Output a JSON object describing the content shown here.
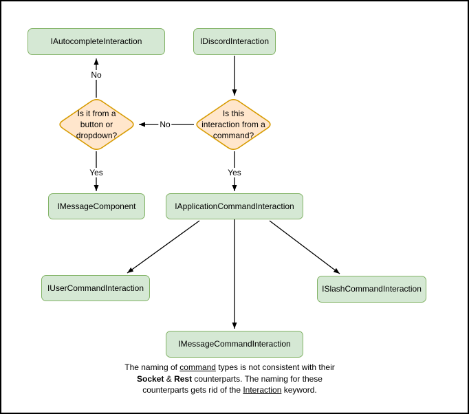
{
  "colors": {
    "frame": "#000000",
    "node_fill": "#d5e8d4",
    "node_border": "#82b366",
    "decision_fill": "#ffe6cc",
    "decision_border": "#d79b00",
    "arrow": "#000000"
  },
  "nodes": {
    "autocomplete": "IAutocompleteInteraction",
    "discord": "IDiscordInteraction",
    "message_component": "IMessageComponent",
    "application_command": "IApplicationCommandInteraction",
    "user_command": "IUserCommandInteraction",
    "slash_command": "ISlashCommandInteraction",
    "message_command": "IMessageCommandInteraction"
  },
  "decisions": {
    "button_dropdown": {
      "text": "Is it from a button or dropdown?",
      "lines": [
        "Is it from a",
        "button or",
        "dropdown?"
      ]
    },
    "from_command": {
      "text": "Is this interaction from a command?",
      "lines": [
        "Is this",
        "interaction from a",
        "command?"
      ]
    }
  },
  "edge_labels": {
    "autocomplete_no": "No",
    "between_diamonds_no": "No",
    "message_component_yes": "Yes",
    "application_command_yes": "Yes"
  },
  "caption": {
    "line1_pre": "The naming of ",
    "line1_underline": "command",
    "line1_post": " types is not consistent with their",
    "line2_bold1": "Socket",
    "line2_amp": " & ",
    "line2_bold2": "Rest",
    "line2_post": " counterparts. The naming for these",
    "line3_pre": "counterparts gets rid of the ",
    "line3_underline": "Interaction",
    "line3_post": " keyword."
  }
}
